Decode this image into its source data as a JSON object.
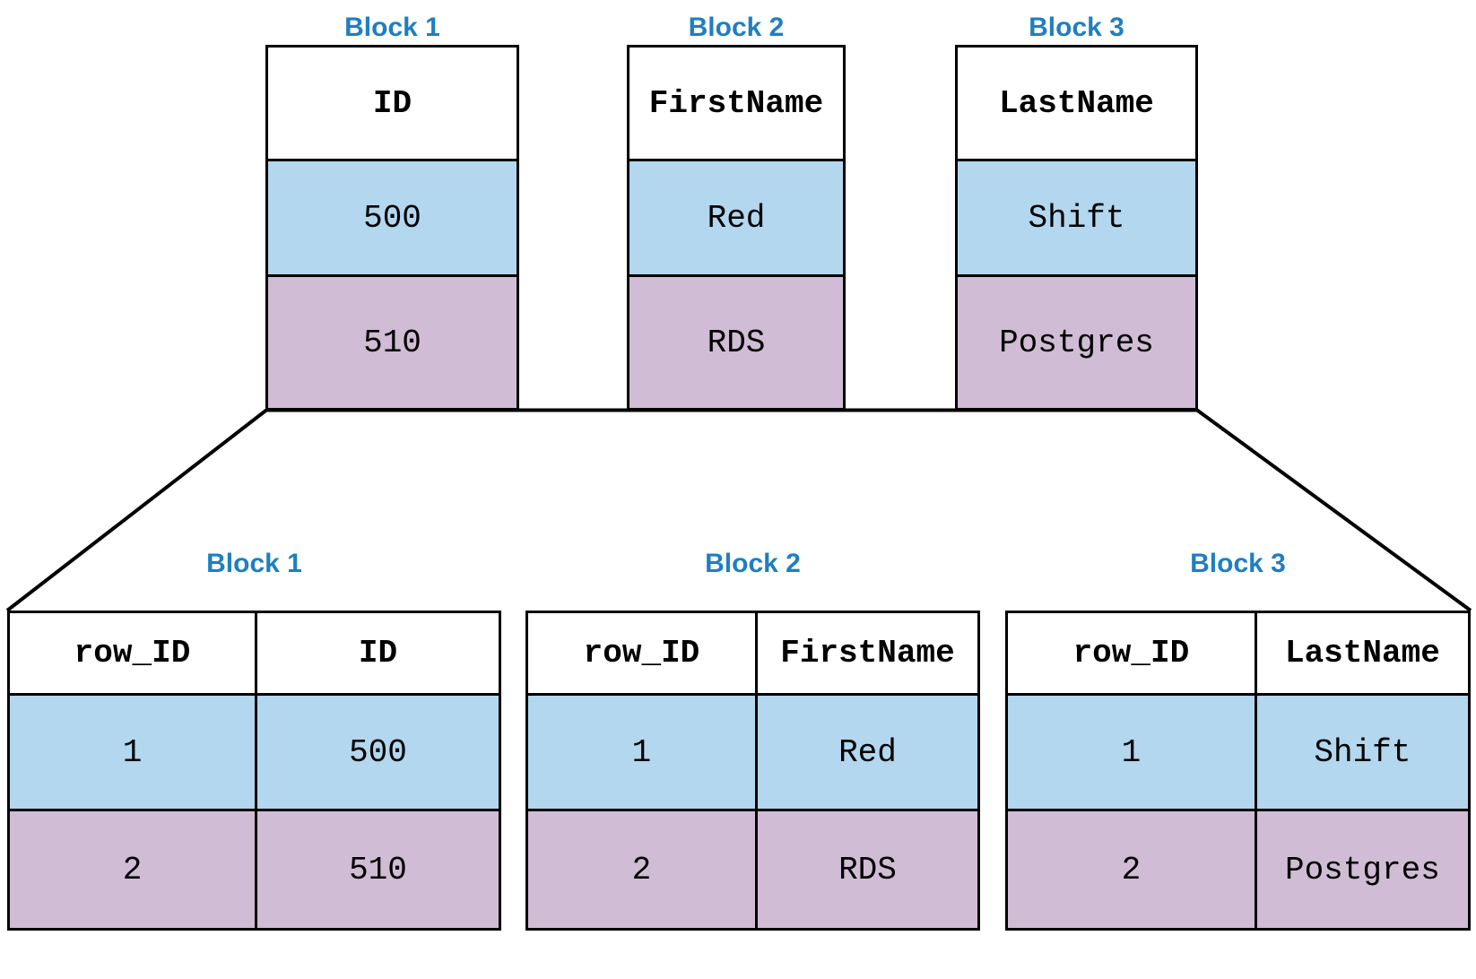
{
  "diagram": {
    "title_color": "#1f7fc0",
    "row_colors": {
      "row1": "#b2d7ef",
      "row2": "#d0bcd5",
      "header": "#ffffff"
    },
    "border_color": "#000000"
  },
  "top_section": {
    "blocks": [
      {
        "label": "Block 1",
        "header": "ID",
        "rows": [
          {
            "value": "500"
          },
          {
            "value": "510"
          }
        ]
      },
      {
        "label": "Block 2",
        "header": "FirstName",
        "rows": [
          {
            "value": "Red"
          },
          {
            "value": "RDS"
          }
        ]
      },
      {
        "label": "Block 3",
        "header": "LastName",
        "rows": [
          {
            "value": "Shift"
          },
          {
            "value": "Postgres"
          }
        ]
      }
    ]
  },
  "bottom_section": {
    "blocks": [
      {
        "label": "Block 1",
        "headers": [
          "row_ID",
          "ID"
        ],
        "rows": [
          [
            "1",
            "500"
          ],
          [
            "2",
            "510"
          ]
        ]
      },
      {
        "label": "Block 2",
        "headers": [
          "row_ID",
          "FirstName"
        ],
        "rows": [
          [
            "1",
            "Red"
          ],
          [
            "2",
            "RDS"
          ]
        ]
      },
      {
        "label": "Block 3",
        "headers": [
          "row_ID",
          "LastName"
        ],
        "rows": [
          [
            "1",
            "Shift"
          ],
          [
            "2",
            "Postgres"
          ]
        ]
      }
    ]
  }
}
